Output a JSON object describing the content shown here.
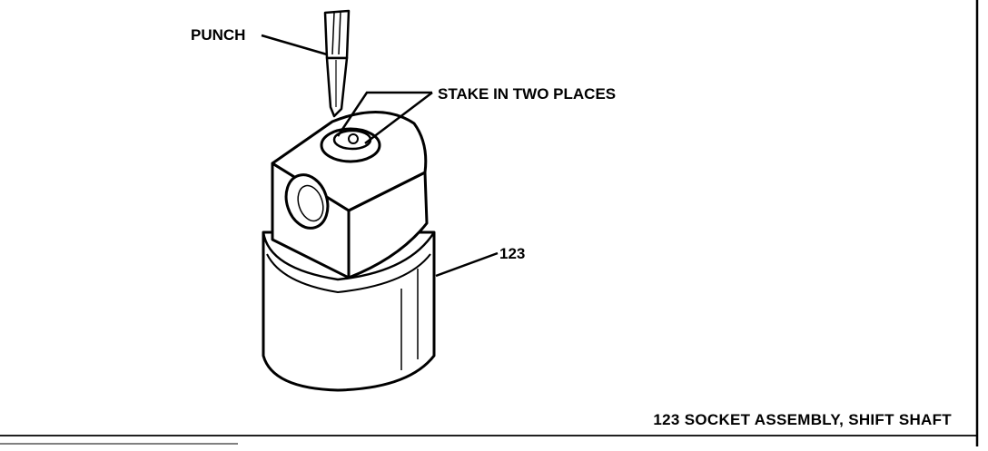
{
  "labels": {
    "punch": "PUNCH",
    "stake": "STAKE IN TWO PLACES",
    "part_number": "123"
  },
  "caption": "123  SOCKET ASSEMBLY, SHIFT SHAFT",
  "colors": {
    "ink": "#000000",
    "paper": "#ffffff"
  }
}
